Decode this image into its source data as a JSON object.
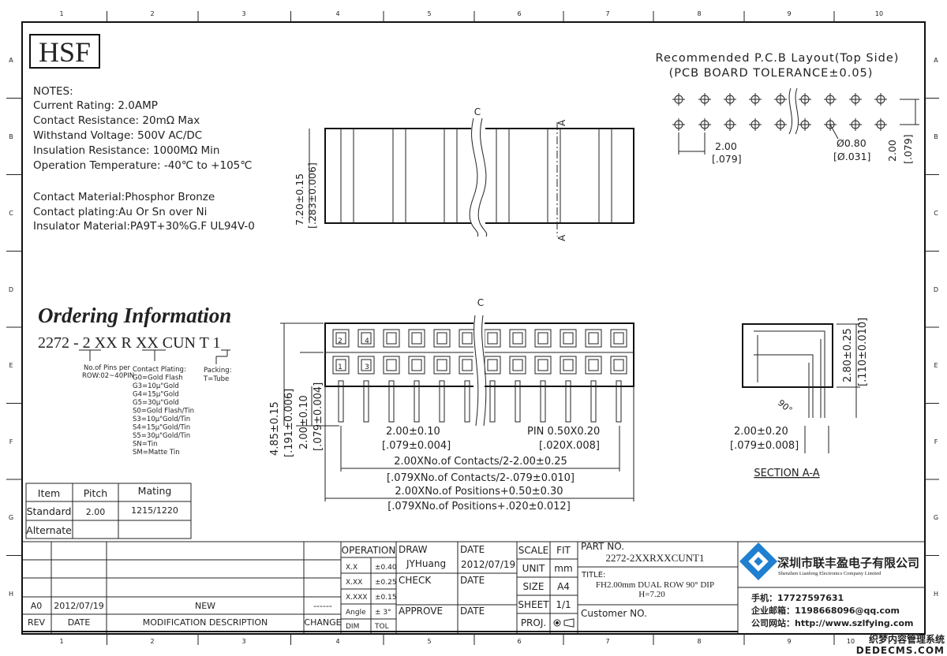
{
  "frame": {
    "columns": [
      "1",
      "2",
      "3",
      "4",
      "5",
      "6",
      "7",
      "8",
      "9",
      "10"
    ],
    "rows": [
      "A",
      "B",
      "C",
      "D",
      "E",
      "F",
      "G",
      "H"
    ]
  },
  "logo": "HSF",
  "notes": {
    "title": "NOTES:",
    "lines": [
      "Current Rating: 2.0AMP",
      "Contact Resistance: 20mΩ Max",
      "Withstand Voltage: 500V AC/DC",
      "Insulation Resistance: 1000MΩ Min",
      "Operation Temperature: -40℃ to +105℃"
    ],
    "materials": [
      "Contact Material:Phosphor Bronze",
      "Contact plating:Au Or Sn over Ni",
      "Insulator Material:PA9T+30%G.F UL94V-0"
    ]
  },
  "ordering": {
    "title": "Ordering Information",
    "code": "2272 - 2 XX R XX CUN T 1",
    "pins_label": [
      "No.of Pins per",
      "ROW:02~40PIN"
    ],
    "plating_label": [
      "Contact Plating:",
      "G0=Gold Flash",
      "G3=10μ\"Gold",
      "G4=15μ\"Gold",
      "G5=30μ\"Gold",
      "S0=Gold Flash/Tin",
      "S3=10μ\"Gold/Tin",
      "S4=15μ\"Gold/Tin",
      "S5=30μ\"Gold/Tin",
      "SN=Tin",
      "SM=Matte Tin"
    ],
    "packing_label": [
      "Packing:",
      "T=Tube"
    ]
  },
  "pitch_table": {
    "headers": [
      "Item",
      "Pitch",
      "Mating"
    ],
    "rows": [
      [
        "Standard",
        "2.00",
        "1215/1220"
      ],
      [
        "Alternate",
        "",
        ""
      ]
    ]
  },
  "pcb": {
    "title": "Recommended P.C.B Layout(Top Side)",
    "subtitle": "(PCB BOARD TOLERANCE±0.05)",
    "dim_pitch": [
      "2.00",
      "[.079]"
    ],
    "dim_hole": [
      "Ø0.80",
      "[Ø.031]"
    ],
    "dim_row": [
      "2.00",
      "[.079]"
    ]
  },
  "top_view": {
    "center": "C",
    "section": "A",
    "height_dim": [
      "7.20±0.15",
      "[.283±0.006]"
    ]
  },
  "front_view": {
    "center": "C",
    "pin_numbers": [
      "2",
      "4",
      "1",
      "3"
    ],
    "dims": [
      "4.85±0.15",
      "[.191±0.006]",
      "2.00±0.10",
      "[.079±0.004]"
    ],
    "pitch": [
      "2.00±0.10",
      "[.079±0.004]"
    ],
    "pin": [
      "PIN 0.50X0.20",
      "[.020X.008]"
    ],
    "contacts": [
      "2.00XNo.of Contacts/2-2.00±0.25",
      "[.079XNo.of Contacts/2-.079±0.010]"
    ],
    "positions": [
      "2.00XNo.of Positions+0.50±0.30",
      "[.079XNo.of Positions+.020±0.012]"
    ]
  },
  "section": {
    "height": [
      "2.80±0.25",
      "[.110±0.010]"
    ],
    "angle": "90°",
    "pitch": [
      "2.00±0.20",
      "[.079±0.008]"
    ],
    "label": "SECTION A-A"
  },
  "revision": {
    "row": [
      "A0",
      "2012/07/19",
      "NEW",
      "------"
    ],
    "headers": [
      "REV",
      "DATE",
      "MODIFICATION DESCRIPTION",
      "CHANGE"
    ]
  },
  "tolerance": {
    "header": "OPERATION",
    "rows": [
      [
        "X.X",
        "±0.40"
      ],
      [
        "X.XX",
        "±0.25"
      ],
      [
        "X.XXX",
        "±0.15"
      ],
      [
        "Angle",
        "± 3°"
      ],
      [
        "DIM",
        "TOL"
      ]
    ]
  },
  "approval": {
    "draw": "DRAW",
    "drawer": "JYHuang",
    "date_label": "DATE",
    "date": "2012/07/19",
    "check": "CHECK",
    "approve": "APPROVE"
  },
  "specs": [
    [
      "SCALE",
      "FIT"
    ],
    [
      "UNIT",
      "mm"
    ],
    [
      "SIZE",
      "A4"
    ],
    [
      "SHEET",
      "1/1"
    ],
    [
      "PROJ.",
      ""
    ]
  ],
  "part": {
    "label": "PART NO.",
    "value": "2272-2XXRXXCUNT1",
    "title_label": "TITLE:",
    "title": "FH2.00mm DUAL ROW 90° DIP",
    "title2": "H=7.20",
    "customer": "Customer NO."
  },
  "company": {
    "name_cn": "深圳市联丰盈电子有限公司",
    "name_en": "Shenzhen Lianfeng Electronics Company Limited",
    "phone": "手机：17727597631",
    "email": "企业邮箱：1198668096@qq.com",
    "web": "公司网站：http://www.szlfying.com"
  },
  "watermark": [
    "织梦内容管理系统",
    "DEDECMS.COM"
  ]
}
